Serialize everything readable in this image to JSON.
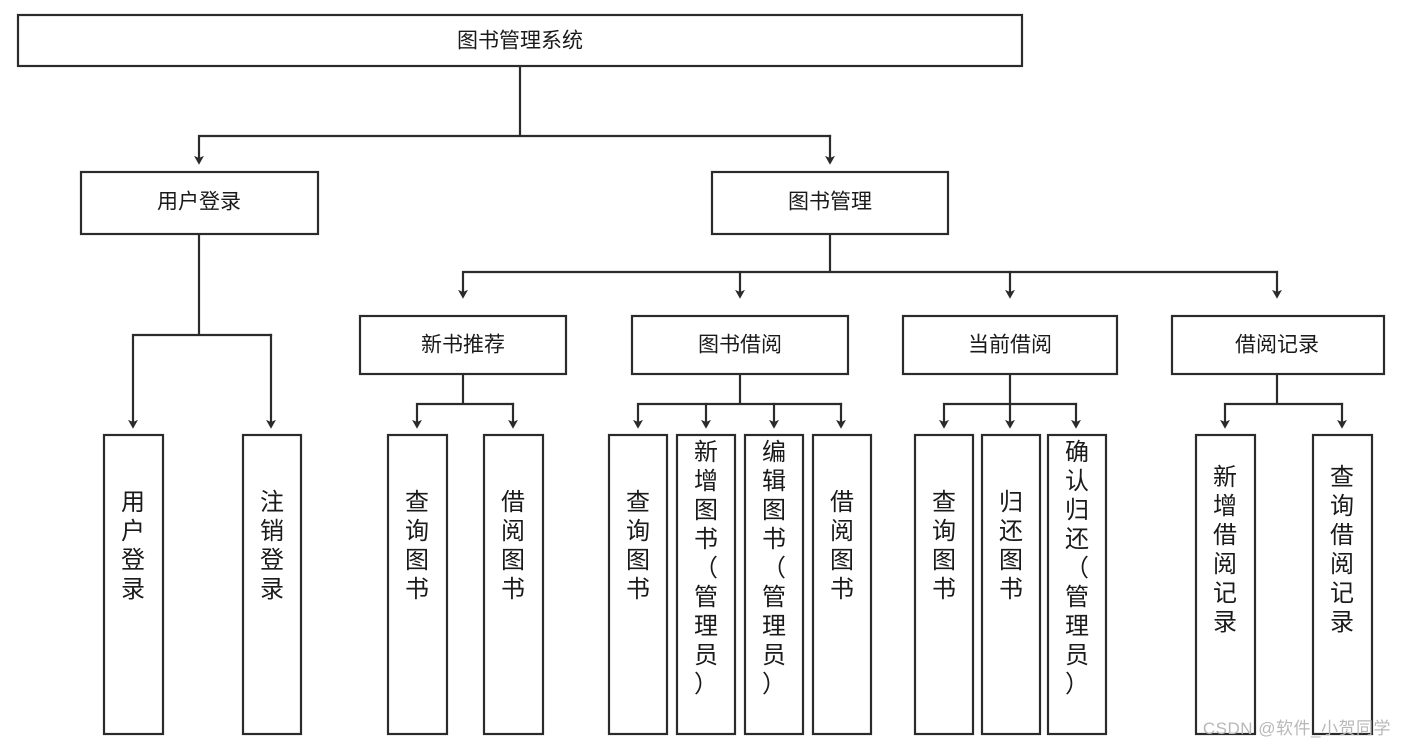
{
  "diagram": {
    "title": "图书管理系统",
    "type": "tree",
    "watermark": "CSDN @软件_小贺同学",
    "colors": {
      "box_fill": "#ffffff",
      "box_stroke": "#2b2b2b",
      "text": "#1a1a1a",
      "watermark": "#b8b8b8",
      "background": "#ffffff"
    },
    "nodes": {
      "root": {
        "label": "图书管理系统",
        "level": 0
      },
      "user_login": {
        "label": "用户登录",
        "level": 1
      },
      "book_manage": {
        "label": "图书管理",
        "level": 1
      },
      "new_book_rec": {
        "label": "新书推荐",
        "level": 2
      },
      "book_borrow": {
        "label": "图书借阅",
        "level": 2
      },
      "current_borrow": {
        "label": "当前借阅",
        "level": 2
      },
      "borrow_record": {
        "label": "借阅记录",
        "level": 2
      },
      "leaf_user_login": {
        "label": "用户登录",
        "level": 3
      },
      "leaf_logout": {
        "label": "注销登录",
        "level": 3
      },
      "leaf_query_book_1": {
        "label": "查询图书",
        "level": 3
      },
      "leaf_borrow_book_1": {
        "label": "借阅图书",
        "level": 3
      },
      "leaf_query_book_2": {
        "label": "查询图书",
        "level": 3
      },
      "leaf_add_book": {
        "label": "新增图书（管理员）",
        "level": 3
      },
      "leaf_edit_book": {
        "label": "编辑图书（管理员）",
        "level": 3
      },
      "leaf_borrow_book_2": {
        "label": "借阅图书",
        "level": 3
      },
      "leaf_query_book_3": {
        "label": "查询图书",
        "level": 3
      },
      "leaf_return_book": {
        "label": "归还图书",
        "level": 3
      },
      "leaf_confirm_return": {
        "label": "确认归还（管理员）",
        "level": 3
      },
      "leaf_add_record": {
        "label": "新增借阅记录",
        "level": 3
      },
      "leaf_query_record": {
        "label": "查询借阅记录",
        "level": 3
      }
    },
    "edges": [
      {
        "from": "root",
        "to": "user_login"
      },
      {
        "from": "root",
        "to": "book_manage"
      },
      {
        "from": "user_login",
        "to": "leaf_user_login"
      },
      {
        "from": "user_login",
        "to": "leaf_logout"
      },
      {
        "from": "book_manage",
        "to": "new_book_rec"
      },
      {
        "from": "book_manage",
        "to": "book_borrow"
      },
      {
        "from": "book_manage",
        "to": "current_borrow"
      },
      {
        "from": "book_manage",
        "to": "borrow_record"
      },
      {
        "from": "new_book_rec",
        "to": "leaf_query_book_1"
      },
      {
        "from": "new_book_rec",
        "to": "leaf_borrow_book_1"
      },
      {
        "from": "book_borrow",
        "to": "leaf_query_book_2"
      },
      {
        "from": "book_borrow",
        "to": "leaf_add_book"
      },
      {
        "from": "book_borrow",
        "to": "leaf_edit_book"
      },
      {
        "from": "book_borrow",
        "to": "leaf_borrow_book_2"
      },
      {
        "from": "current_borrow",
        "to": "leaf_query_book_3"
      },
      {
        "from": "current_borrow",
        "to": "leaf_return_book"
      },
      {
        "from": "current_borrow",
        "to": "leaf_confirm_return"
      },
      {
        "from": "borrow_record",
        "to": "leaf_add_record"
      },
      {
        "from": "borrow_record",
        "to": "leaf_query_record"
      }
    ]
  }
}
